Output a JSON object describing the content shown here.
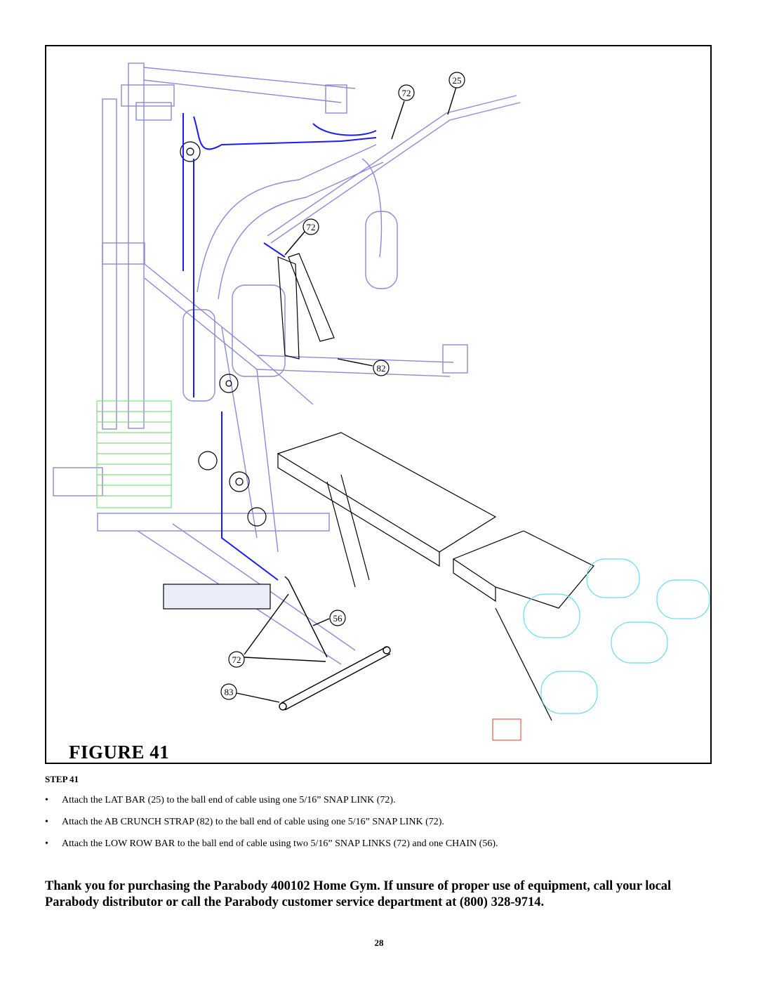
{
  "figure": {
    "caption": "FIGURE 41",
    "callouts": {
      "lat_bar": "25",
      "snap_link_top": "72",
      "snap_link_mid": "72",
      "ab_strap": "82",
      "chain": "56",
      "snap_link_low": "72",
      "low_row_bar": "83"
    },
    "colors": {
      "frame": "#8a8ad6",
      "cable": "#1a1aff",
      "weight_stack": "#7ee07e",
      "roller_pads": "#66ddee",
      "foot_cap": "#ee5555"
    }
  },
  "step": {
    "heading": "STEP 41",
    "bullet_glyph": "•",
    "items": [
      "Attach the LAT BAR (25) to the ball end of cable using one 5/16” SNAP LINK (72).",
      "Attach the AB CRUNCH STRAP (82) to the ball end of cable using one 5/16” SNAP LINK (72).",
      "Attach the LOW ROW BAR to the ball end of cable using two 5/16” SNAP LINKS (72) and one CHAIN (56)."
    ]
  },
  "thanks": "Thank you for purchasing the Parabody 400102 Home Gym. If unsure of proper use of equipment, call your local Parabody distributor or call the Parabody customer service department at (800) 328-9714.",
  "page_number": "28"
}
